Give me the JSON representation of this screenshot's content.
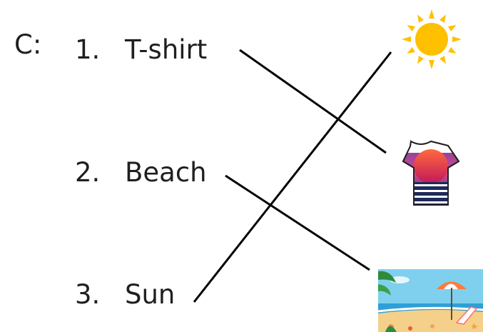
{
  "exercise": {
    "label": "C:",
    "words": [
      {
        "number": "1.",
        "text": "T-shirt"
      },
      {
        "number": "2.",
        "text": "Beach"
      },
      {
        "number": "3.",
        "text": "Sun"
      }
    ]
  },
  "pictures": [
    "sun-icon",
    "tshirt-icon",
    "beach-scene-icon"
  ],
  "matches": [
    {
      "word": "T-shirt",
      "picture": "tshirt-icon"
    },
    {
      "word": "Beach",
      "picture": "beach-scene-icon"
    },
    {
      "word": "Sun",
      "picture": "sun-icon"
    }
  ],
  "colors": {
    "line": "#000000",
    "text": "#1f1f1f",
    "sun": "#ffc000"
  }
}
